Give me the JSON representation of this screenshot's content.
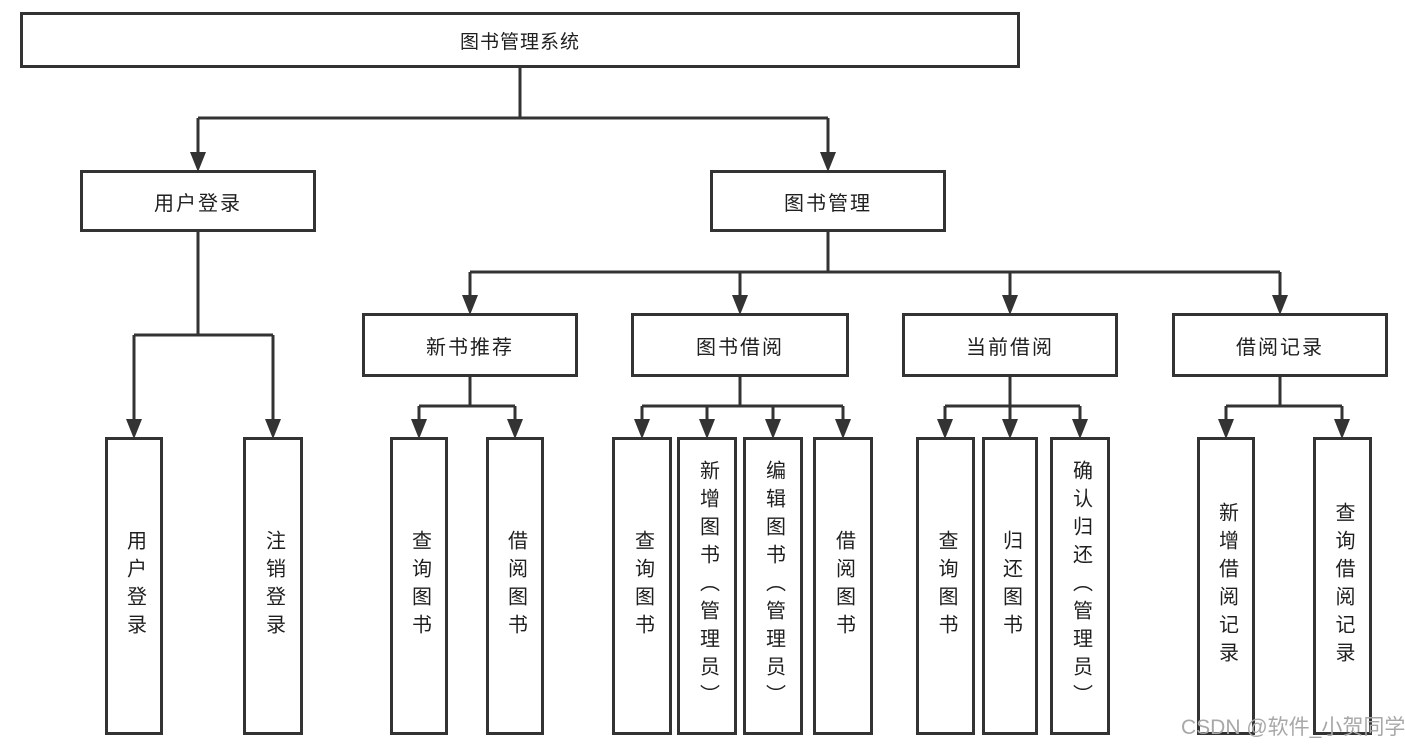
{
  "diagram_title": "图书管理系统",
  "tree": {
    "label": "图书管理系统",
    "children": [
      {
        "label": "用户登录",
        "children": [
          {
            "label": "用户登录"
          },
          {
            "label": "注销登录"
          }
        ]
      },
      {
        "label": "图书管理",
        "children": [
          {
            "label": "新书推荐",
            "children": [
              {
                "label": "查询图书"
              },
              {
                "label": "借阅图书"
              }
            ]
          },
          {
            "label": "图书借阅",
            "children": [
              {
                "label": "查询图书"
              },
              {
                "label": "新增图书（管理员）"
              },
              {
                "label": "编辑图书（管理员）"
              },
              {
                "label": "借阅图书"
              }
            ]
          },
          {
            "label": "当前借阅",
            "children": [
              {
                "label": "查询图书"
              },
              {
                "label": "归还图书"
              },
              {
                "label": "确认归还（管理员）"
              }
            ]
          },
          {
            "label": "借阅记录",
            "children": [
              {
                "label": "新增借阅记录"
              },
              {
                "label": "查询借阅记录"
              }
            ]
          }
        ]
      }
    ]
  },
  "watermark": {
    "text": "CSDN @软件_小贺同学"
  },
  "colors": {
    "line": "#333333",
    "box_border": "#333333",
    "box_fill": "#ffffff",
    "text": "#1f1f1f",
    "watermark": "#a8a8a8",
    "background": "#ffffff"
  }
}
